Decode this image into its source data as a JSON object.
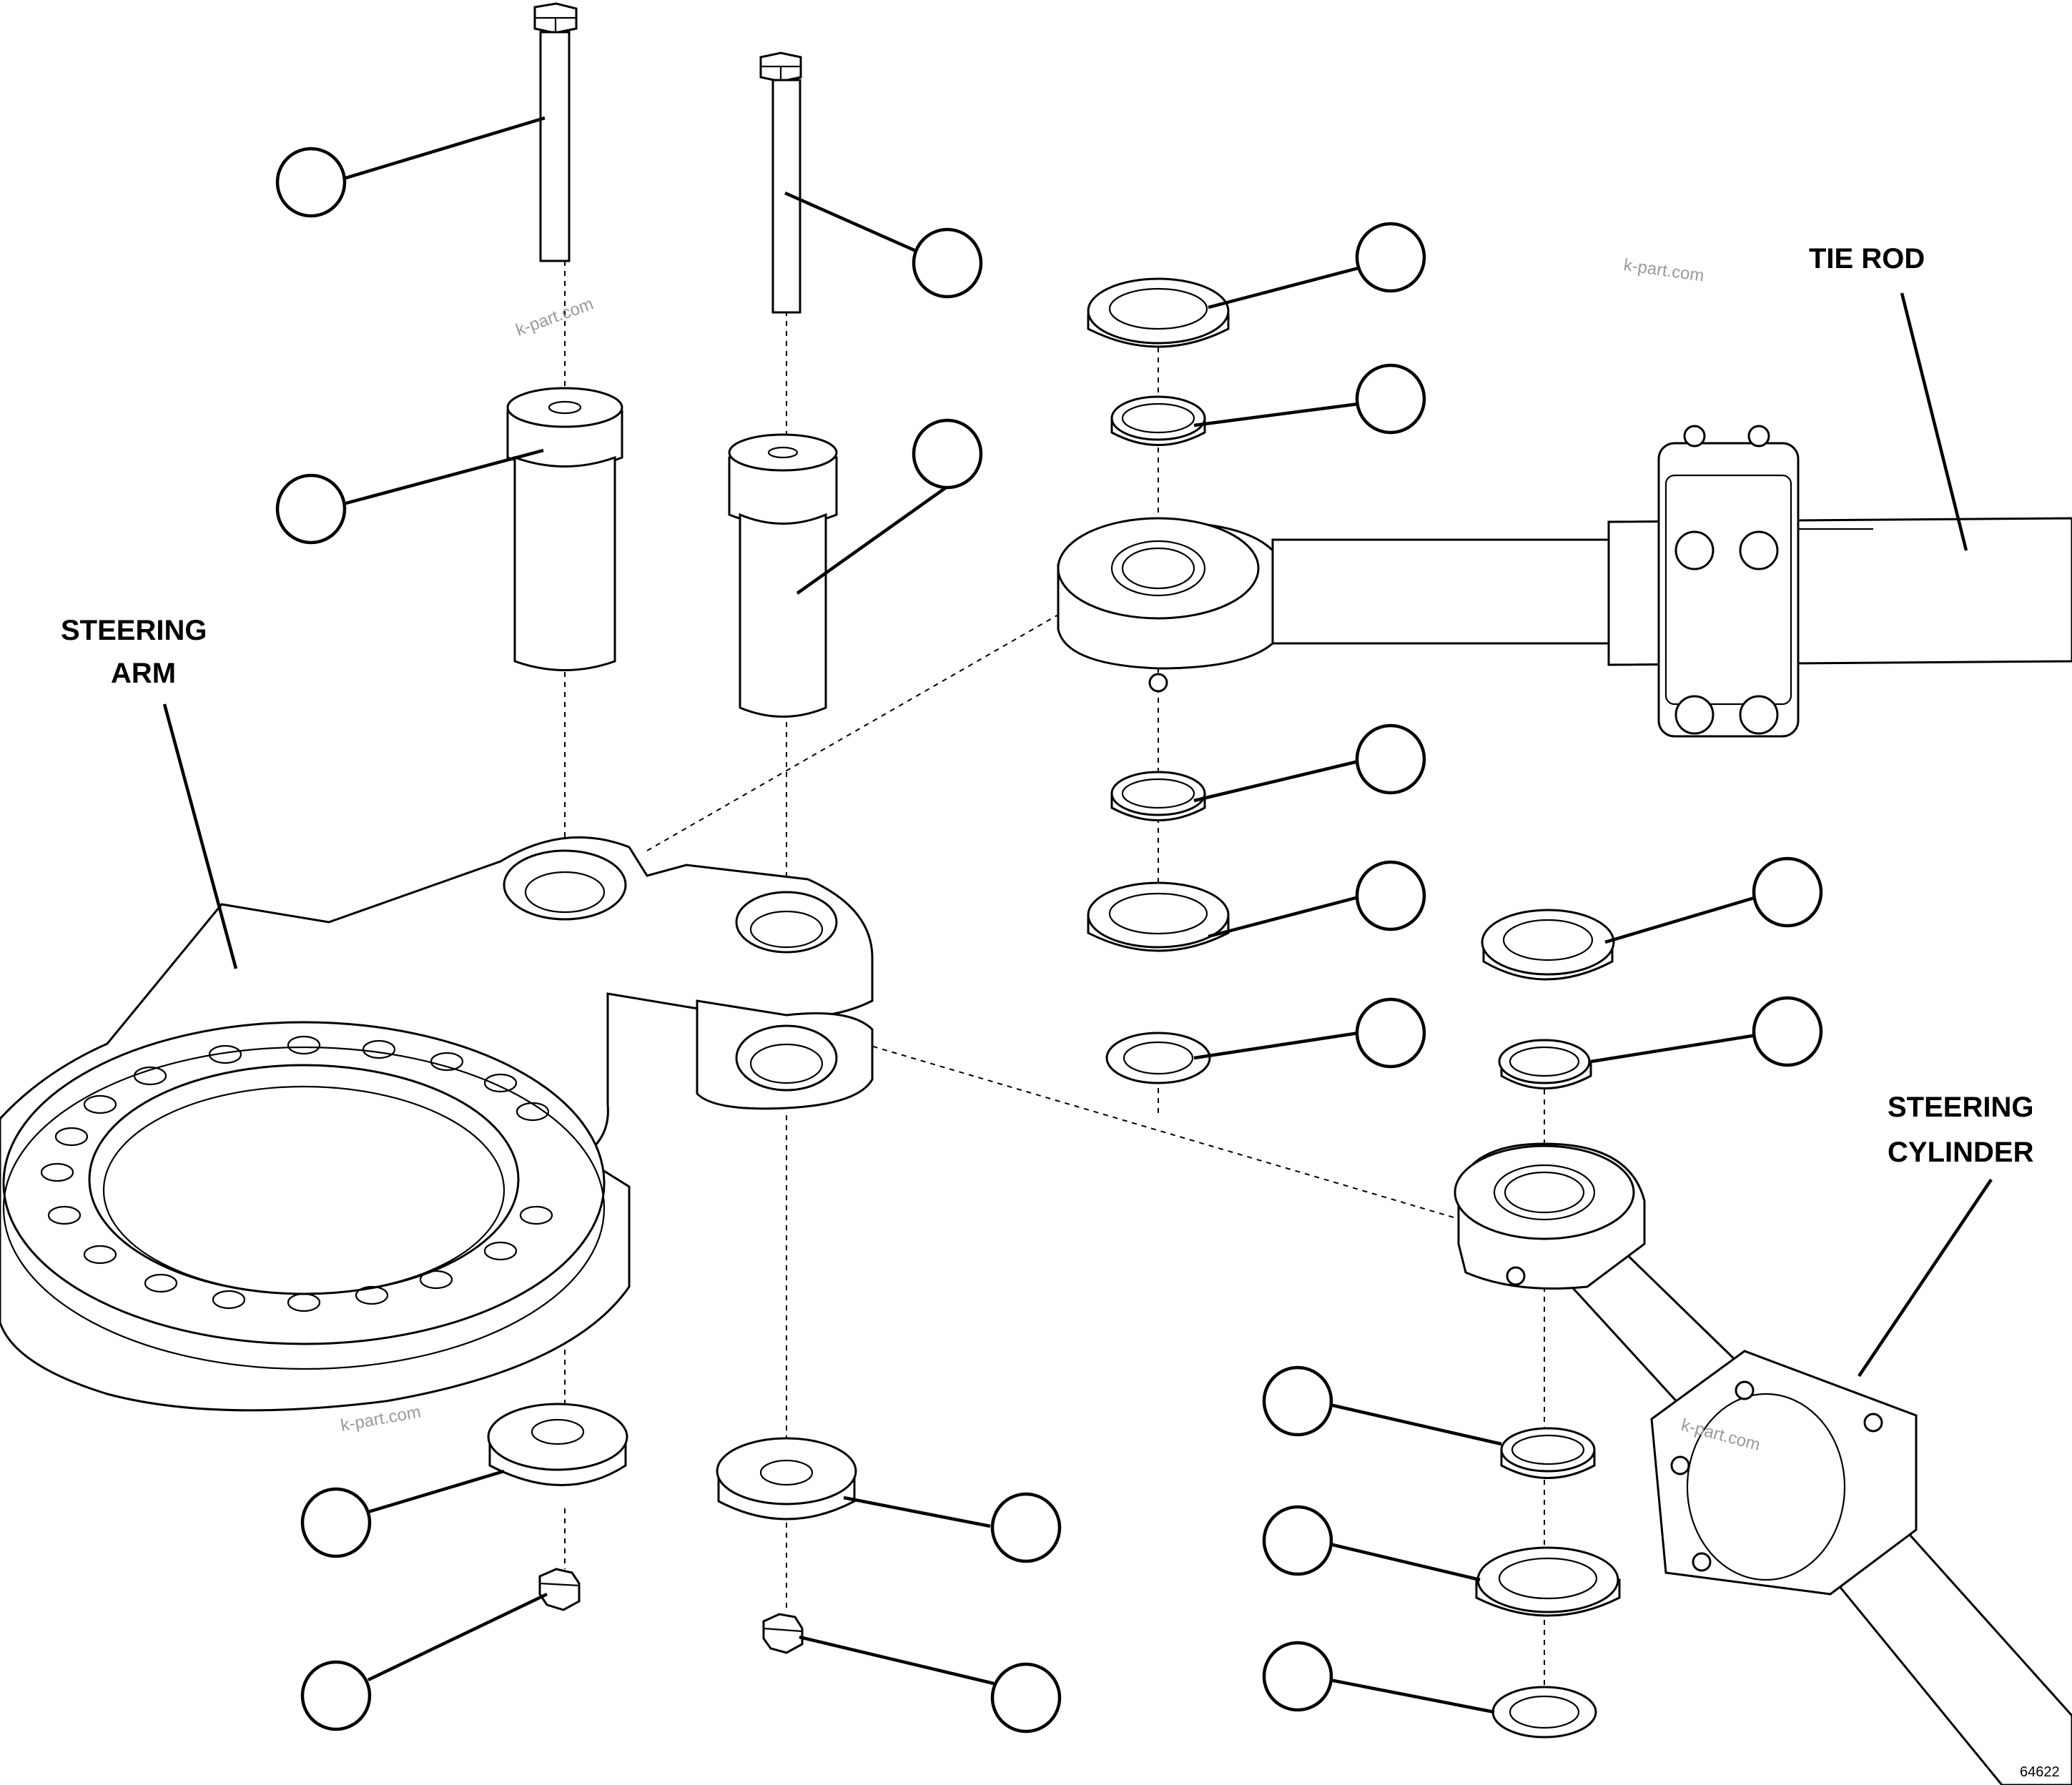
{
  "labels": {
    "steering_arm_line1": "STEERING",
    "steering_arm_line2": "ARM",
    "tie_rod": "TIE ROD",
    "steering_cylinder_line1": "STEERING",
    "steering_cylinder_line2": "CYLINDER"
  },
  "watermark": "k-part.com",
  "figure_number": "64622"
}
